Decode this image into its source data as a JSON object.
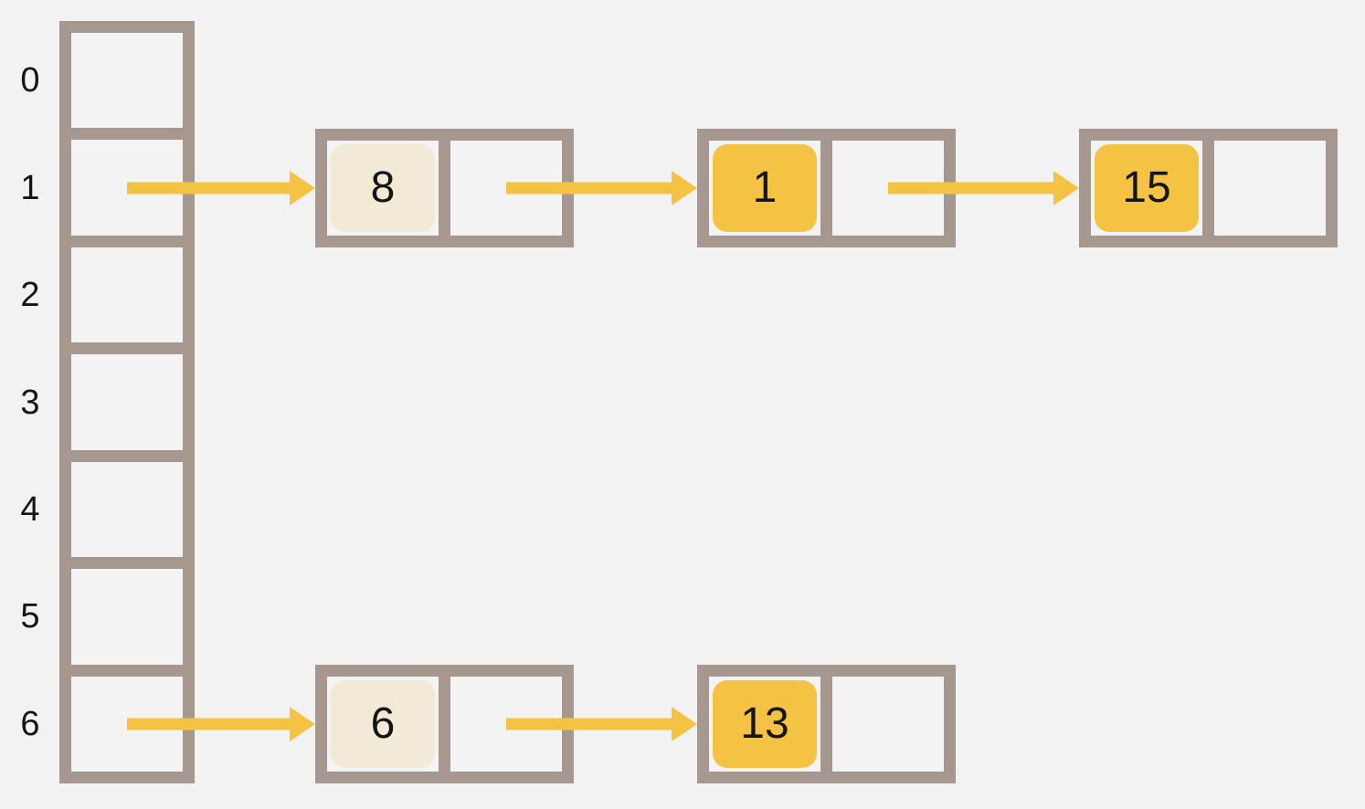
{
  "diagram": {
    "kind": "hash-table-separate-chaining",
    "colors": {
      "background": "#f2f2f2",
      "frame": "#a6988e",
      "yellow": "#f5c344",
      "cream": "#f2e9d7",
      "cell": "#f3f3f3",
      "text": "#151515"
    },
    "array": {
      "buckets": [
        {
          "index": "0",
          "chain": []
        },
        {
          "index": "1",
          "chain": [
            {
              "value": "8",
              "chip": "cream"
            },
            {
              "value": "1",
              "chip": "yellow"
            },
            {
              "value": "15",
              "chip": "yellow"
            }
          ]
        },
        {
          "index": "2",
          "chain": []
        },
        {
          "index": "3",
          "chain": []
        },
        {
          "index": "4",
          "chain": []
        },
        {
          "index": "5",
          "chain": []
        },
        {
          "index": "6",
          "chain": [
            {
              "value": "6",
              "chip": "cream"
            },
            {
              "value": "13",
              "chip": "yellow"
            }
          ]
        }
      ]
    }
  }
}
